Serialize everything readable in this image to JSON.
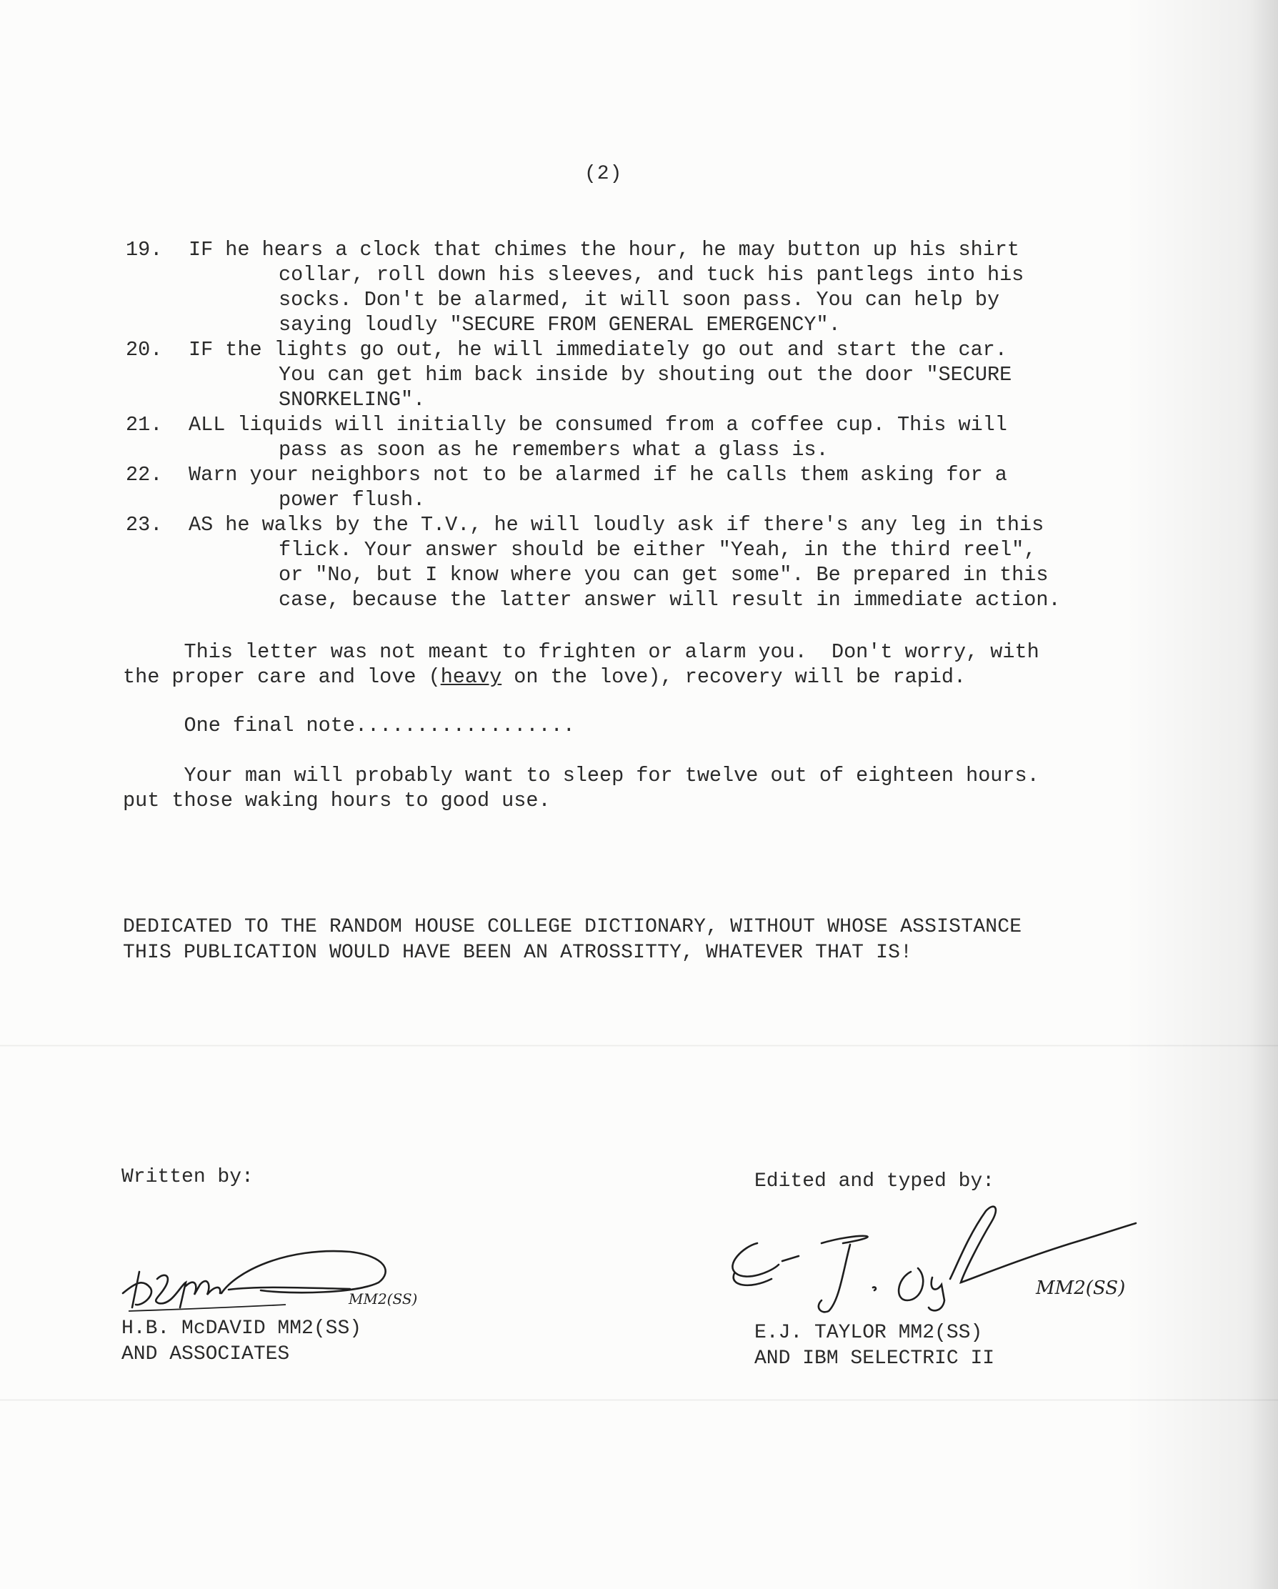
{
  "page_number": "(2)",
  "items": [
    {
      "number": "19.",
      "first_line": "IF he hears a clock that chimes the hour, he may button up his shirt",
      "continuation": "collar, roll down his sleeves, and tuck his pantlegs into his\nsocks.  Don't be alarmed, it will soon pass.  You can help by\nsaying loudly \"SECURE FROM GENERAL EMERGENCY\"."
    },
    {
      "number": "20.",
      "first_line": "IF the lights go out, he will immediately go out and start the car.",
      "continuation": "You can get him back inside by shouting out the door \"SECURE\nSNORKELING\"."
    },
    {
      "number": "21.",
      "first_line": "ALL liquids will initially be consumed from a coffee cup.  This will",
      "continuation": "pass as soon as he remembers what a glass is."
    },
    {
      "number": "22.",
      "first_line": "Warn your neighbors not to be alarmed if he calls them asking for a",
      "continuation": "power flush."
    },
    {
      "number": "23.",
      "first_line": "AS he walks by the T.V., he will loudly ask if there's any leg in this",
      "continuation": "flick.  Your answer should be either \"Yeah, in the third reel\",\nor \"No, but I know where you can get some\".  Be prepared in this\ncase, because the latter answer will result in immediate action."
    }
  ],
  "closing": {
    "line1": "     This letter was not meant to frighten or alarm you.  Don't worry, with",
    "line2_before": "the proper care and love (",
    "line2_underlined": "heavy",
    "line2_after": " on the love), recovery will be rapid."
  },
  "final_note": "     One final note..................",
  "sleep_note": "     Your man will probably want to sleep for twelve out of eighteen hours.\nput those waking hours to good use.",
  "dedication": "DEDICATED TO THE RANDOM HOUSE COLLEGE DICTIONARY, WITHOUT WHOSE ASSISTANCE\nTHIS PUBLICATION WOULD HAVE BEEN AN ATROSSITTY, WHATEVER THAT IS!",
  "written_by": {
    "label": "Written by:",
    "signature_annotation": "MM2(SS)",
    "name": "H.B. McDAVID MM2(SS)",
    "affiliation": "AND ASSOCIATES"
  },
  "edited_by": {
    "label": "Edited and typed by:",
    "signature_annotation": "MM2(SS)",
    "name": "E.J. TAYLOR MM2(SS)",
    "affiliation": "AND IBM SELECTRIC II"
  }
}
